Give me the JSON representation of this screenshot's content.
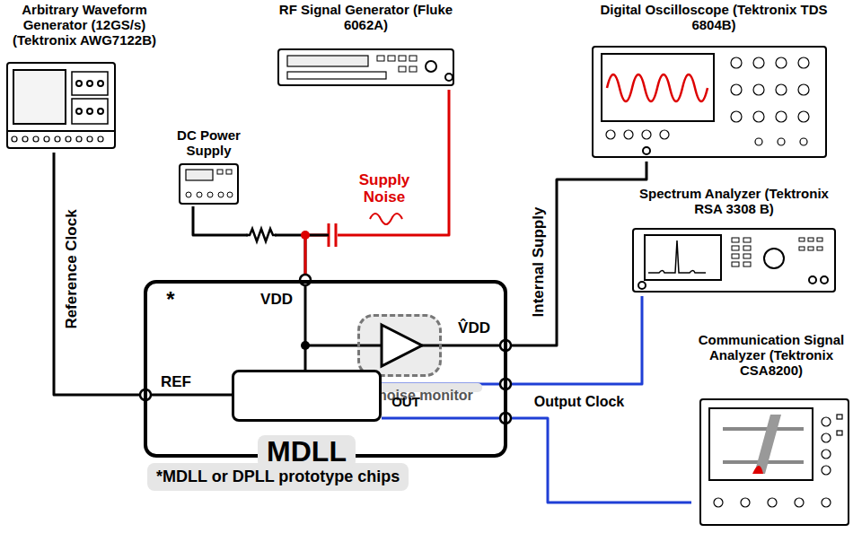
{
  "diagram": {
    "nodes": [
      {
        "text": [
          "Arbitrary Waveform Generator (12GS/s) (Tektronix AWG7122B)"
        ]
      },
      {
        "text": [
          "RF Signal Generator (Fluke 6062A)"
        ]
      },
      {
        "text": [
          "Digital Oscilloscope (Tektronix TDS 6804B)"
        ]
      },
      {
        "text": [
          "DC Power Supply"
        ]
      },
      {
        "text": [
          "Spectrum Analyzer (Tektronix RSA 3308 B)"
        ]
      },
      {
        "text": [
          "*MDLL or DPLL prototype chips"
        ]
      },
      {
        "text": [
          "Supply noise monitor"
        ],
        "in": 5
      },
      {
        "text": [
          "MDLL"
        ],
        "in": 5
      },
      {
        "text": [
          "Communication Signal Analyzer (Tektronix CSA8200)"
        ]
      }
    ],
    "edges": [
      {
        "from": 0,
        "to": 7,
        "arrow": "none",
        "label": "Reference Clock"
      },
      {
        "from": 3,
        "to": 5,
        "arrow": "none"
      },
      {
        "from": 1,
        "to": 5,
        "arrow": "none",
        "label": "Supply Noise"
      },
      {
        "from": 6,
        "to": 2,
        "arrow": "none",
        "label": "Internal Supply"
      },
      {
        "from": 7,
        "to": 4,
        "arrow": "none"
      },
      {
        "from": 7,
        "to": 8,
        "arrow": "none",
        "label": "Output Clock"
      }
    ],
    "labels": [
      "*",
      "VDD",
      "REF",
      "OUT",
      "V̂DD"
    ]
  }
}
